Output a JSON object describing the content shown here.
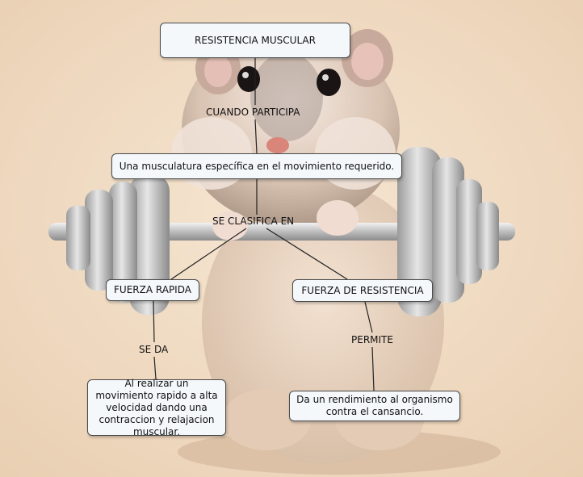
{
  "concepts": {
    "root": "RESISTENCIA MUSCULAR",
    "musculatura": "Una musculatura específica en el movimiento requerido.",
    "fuerza_rapida": "FUERZA RAPIDA",
    "fuerza_resistencia": "FUERZA DE RESISTENCIA",
    "realizar": "Al realizar un movimiento rapido a alta velocidad dando una contraccion y relajacion muscular.",
    "rendimiento": "Da un rendimiento al organismo contra el cansancio."
  },
  "links": {
    "cuando_participa": "CUANDO PARTICIPA",
    "se_clasifica_en": "SE CLASIFICA EN",
    "se_da": "SE DA",
    "permite": "PERMITE"
  },
  "colors": {
    "node_fill": "#f4f8fb",
    "node_border": "#4a4a4a",
    "line": "#222222",
    "background": "#f1dcc4"
  }
}
